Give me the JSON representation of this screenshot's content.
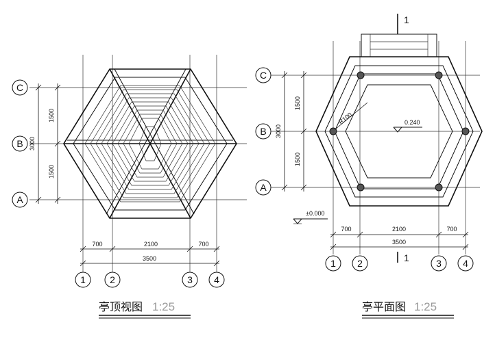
{
  "left_view": {
    "title": "亭顶视图",
    "scale": "1:25",
    "grid_rows": [
      "C",
      "B",
      "A"
    ],
    "grid_cols": [
      "1",
      "2",
      "3",
      "4"
    ],
    "dim_vertical": [
      "1500",
      "1500"
    ],
    "dim_vertical_total": "3000",
    "dim_horizontal": [
      "700",
      "2100",
      "700"
    ],
    "dim_horizontal_total": "3500"
  },
  "right_view": {
    "title": "亭平面图",
    "scale": "1:25",
    "grid_rows": [
      "C",
      "B",
      "A"
    ],
    "grid_cols": [
      "1",
      "2",
      "3",
      "4"
    ],
    "dim_vertical": [
      "1500",
      "1500"
    ],
    "dim_vertical_total": "3000",
    "dim_horizontal": [
      "700",
      "2100",
      "700"
    ],
    "dim_horizontal_total": "3500",
    "column_label": "R100",
    "level_label": "0.240",
    "ground_label": "±0.000",
    "section_mark": "1"
  }
}
